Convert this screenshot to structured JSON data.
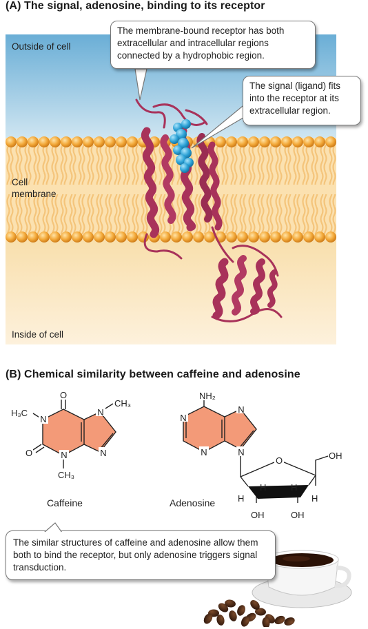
{
  "panel_a": {
    "title": "(A)  The signal, adenosine, binding to its receptor",
    "outside_label": "Outside of cell",
    "membrane_label_line1": "Cell",
    "membrane_label_line2": "membrane",
    "inside_label": "Inside of cell",
    "callout_receptor": "The membrane-bound receptor has both extracellular and intracellular regions connected by a hydrophobic region.",
    "callout_ligand": "The signal (ligand) fits into the receptor at its extracellular region."
  },
  "panel_b": {
    "title": "(B)  Chemical similarity between caffeine and adenosine",
    "caffeine": {
      "name": "Caffeine",
      "atom_o_top": "O",
      "atom_o_left": "O",
      "atom_n1": "N",
      "atom_n3": "N",
      "atom_n7": "N",
      "atom_n9": "N",
      "methyl_left": "H₃C",
      "methyl_top": "CH₃",
      "methyl_bottom": "CH₃"
    },
    "adenosine": {
      "name": "Adenosine",
      "amine": "NH₂",
      "atom_n1": "N",
      "atom_n3": "N",
      "atom_n7": "N",
      "atom_n9": "N",
      "ring_o": "O",
      "oh_right": "OH",
      "oh_left_bottom": "OH",
      "oh_right_bottom": "OH",
      "h1": "H",
      "h2": "H",
      "h3": "H",
      "h4": "H"
    },
    "callout_similarity": "The similar structures of caffeine and adenosine allow them both to bind the receptor, but only adenosine triggers signal transduction."
  },
  "colors": {
    "ring_fill": "#f39a78",
    "protein": "#a8325a",
    "ligand": "#2ea3d6",
    "lipid_head": "#f0a030",
    "sky_top": "#6aaed6",
    "inside": "#fbe9c4"
  }
}
